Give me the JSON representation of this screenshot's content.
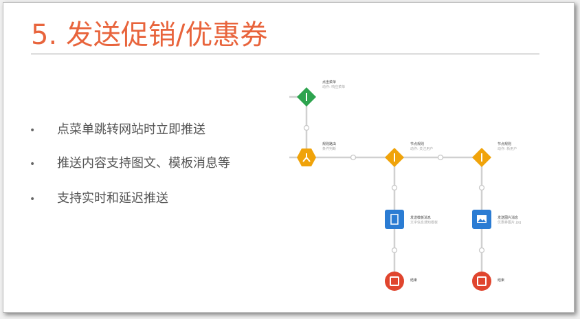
{
  "title": "5. 发送促销/优惠券",
  "bullets": [
    "点菜单跳转网站时立即推送",
    "推送内容支持图文、模板消息等",
    "支持实时和延迟推送"
  ],
  "diagram": {
    "nodes": [
      {
        "title": "点击菜单",
        "sub": "动作: 响应菜单",
        "icon": "exclamation-icon",
        "color": "#2ea44f"
      },
      {
        "title": "规则路由",
        "sub": "条件判断",
        "icon": "branch-icon",
        "color": "#f0a30a"
      },
      {
        "title": "节点规则",
        "sub": "动作: 关注用户",
        "icon": "exclamation-icon",
        "color": "#f0a30a"
      },
      {
        "title": "节点规则",
        "sub": "动作: 新用户",
        "icon": "exclamation-icon",
        "color": "#f0a30a"
      },
      {
        "title": "发送模板消息",
        "sub": "文字信息通知模板",
        "icon": "template-icon",
        "color": "#2b7cd3"
      },
      {
        "title": "发送图片消息",
        "sub": "优惠券图片.jpg",
        "icon": "image-icon",
        "color": "#2b7cd3"
      },
      {
        "title": "结束",
        "icon": "stop-icon",
        "color": "#e0452e"
      },
      {
        "title": "结束",
        "icon": "stop-icon",
        "color": "#e0452e"
      }
    ]
  }
}
